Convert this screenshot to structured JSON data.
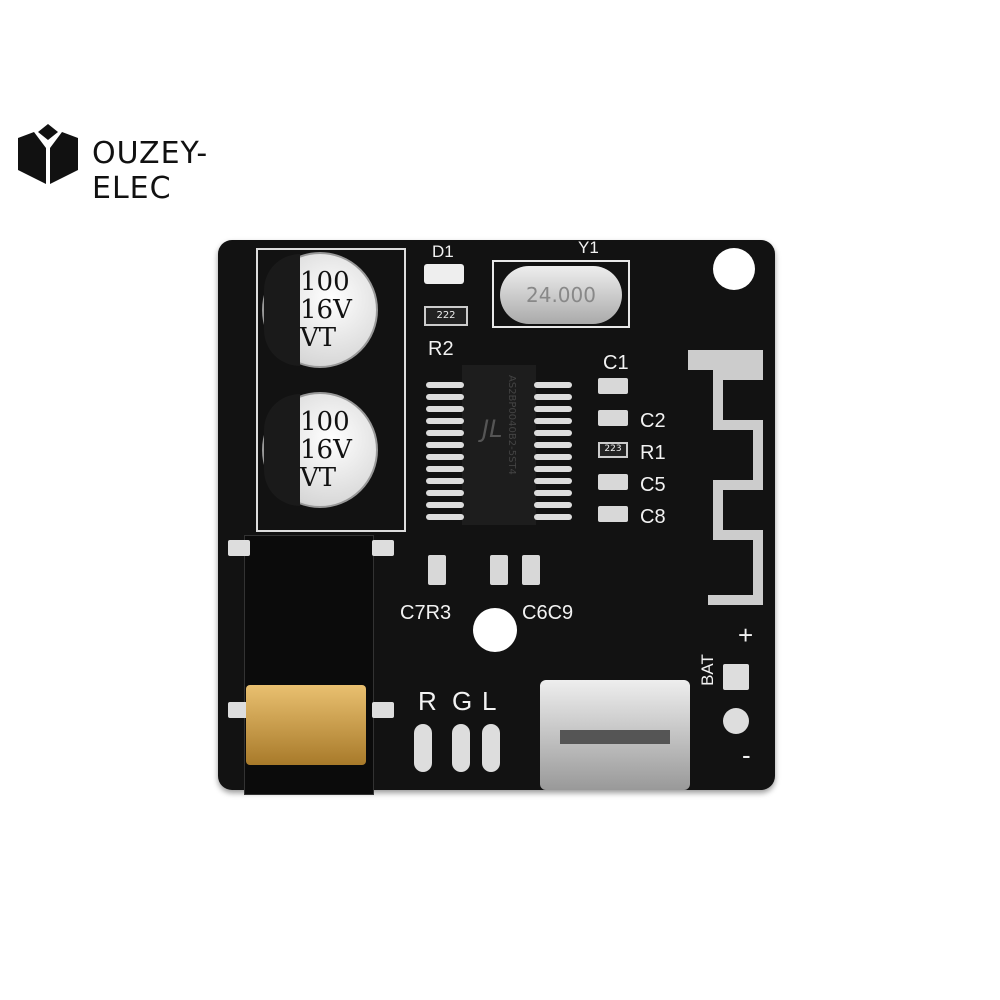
{
  "logo": {
    "text": "OUZEY-ELEC"
  },
  "capacitors": [
    {
      "lines": [
        "100",
        "16V",
        "VT"
      ]
    },
    {
      "lines": [
        "100",
        "16V",
        "VT"
      ]
    }
  ],
  "silkscreen": {
    "d1": "D1",
    "y1": "Y1",
    "r2": "R2",
    "c1": "C1",
    "c2": "C2",
    "r1": "R1",
    "c5": "C5",
    "c8": "C8",
    "c7r3": "C7R3",
    "c6c9": "C6C9",
    "r": "R",
    "g": "G",
    "l": "L",
    "bat": "BAT",
    "plus": "+",
    "minus": "-"
  },
  "crystal": {
    "text": "24.000"
  },
  "resistors": {
    "r2_code": "222",
    "r1_code": "223"
  },
  "chip": {
    "logo": "JL",
    "text": "AS2BP0040B2-5ST4"
  }
}
